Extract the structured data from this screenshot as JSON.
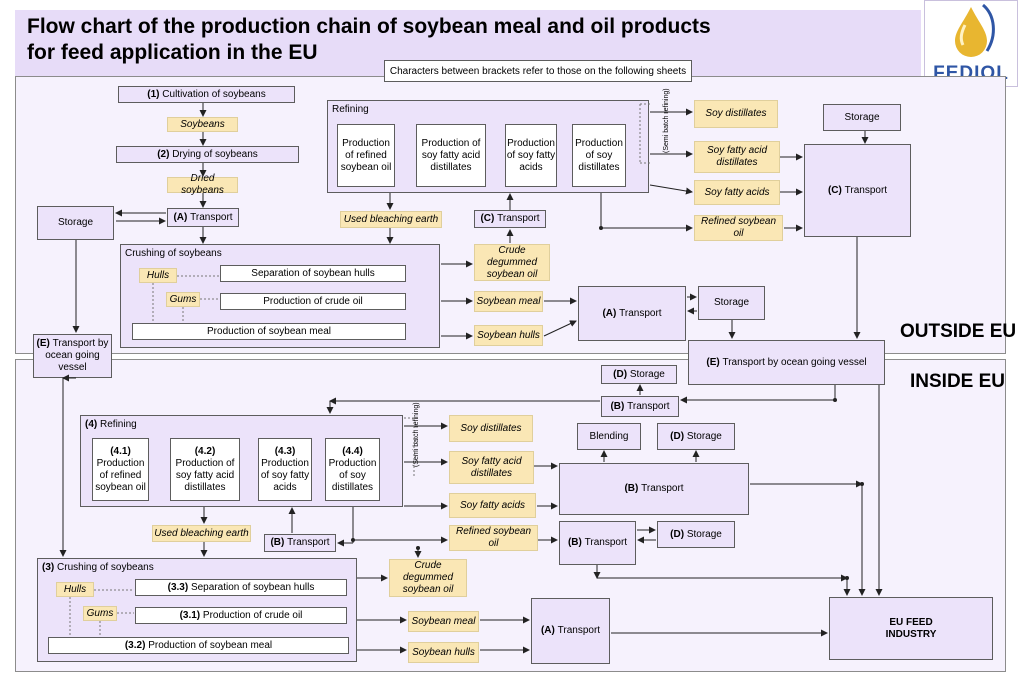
{
  "header": {
    "title_line1": "Flow chart of the production chain of soybean meal and oil products",
    "title_line2": "for feed application in the EU",
    "note": "Characters between brackets refer to those on the following sheets",
    "logo_text": "FEDIOL",
    "logo_icon": "oil-drop-icon"
  },
  "regions": {
    "outside": "OUTSIDE EU",
    "inside": "INSIDE EU"
  },
  "outside": {
    "cultivation": {
      "num": "(1)",
      "label": "Cultivation of soybeans"
    },
    "soybeans": "Soybeans",
    "drying": {
      "num": "(2)",
      "label": "Drying of soybeans"
    },
    "dried_soybeans": "Dried soybeans",
    "transport_a1": {
      "num": "(A)",
      "label": "Transport"
    },
    "storage_left": "Storage",
    "crushing": "Crushing of soybeans",
    "hulls": "Hulls",
    "gums": "Gums",
    "separation": "Separation of soybean hulls",
    "crude_oil_prod": "Production of crude oil",
    "meal_prod": "Production of soybean meal",
    "transport_e1": {
      "num": "(E)",
      "label": "Transport by ocean going vessel"
    },
    "refining": "Refining",
    "refined_prod": "Production of refined soybean oil",
    "fatty_acid_distillates_prod": "Production of soy fatty acid distillates",
    "fatty_acids_prod": "Production of soy fatty acids",
    "distillates_prod": "Production of soy distillates",
    "semi_batch": "(Semi batch refining)",
    "used_bleaching_earth": "Used bleaching earth",
    "transport_c1": {
      "num": "(C)",
      "label": "Transport"
    },
    "crude_degummed": "Crude degummed soybean oil",
    "soybean_meal": "Soybean meal",
    "soybean_hulls": "Soybean hulls",
    "transport_a2": {
      "num": "(A)",
      "label": "Transport"
    },
    "storage_mid": "Storage",
    "soy_distillates": "Soy distillates",
    "soy_fatty_acid_distillates": "Soy fatty acid distillates",
    "soy_fatty_acids": "Soy fatty acids",
    "refined_soybean_oil": "Refined soybean oil",
    "storage_right": "Storage",
    "transport_c2": {
      "num": "(C)",
      "label": "Transport"
    },
    "transport_e2": {
      "num": "(E)",
      "label": "Transport by ocean going vessel"
    }
  },
  "inside": {
    "storage_d1": {
      "num": "(D)",
      "label": "Storage"
    },
    "transport_b1": {
      "num": "(B)",
      "label": "Transport"
    },
    "refining": {
      "num": "(4)",
      "label": "Refining"
    },
    "p41": {
      "num": "(4.1)",
      "label": "Production of refined soybean oil"
    },
    "p42": {
      "num": "(4.2)",
      "label": "Production of soy fatty acid distillates"
    },
    "p43": {
      "num": "(4.3)",
      "label": "Production of soy fatty acids"
    },
    "p44": {
      "num": "(4.4)",
      "label": "Production of soy distillates"
    },
    "semi_batch": "(Semi batch refining)",
    "soy_distillates": "Soy distillates",
    "soy_fatty_acid_distillates": "Soy fatty acid distillates",
    "soy_fatty_acids": "Soy fatty acids",
    "refined_soybean_oil": "Refined soybean oil",
    "blending": "Blending",
    "storage_d2": {
      "num": "(D)",
      "label": "Storage"
    },
    "transport_b2": {
      "num": "(B)",
      "label": "Transport"
    },
    "transport_b3": {
      "num": "(B)",
      "label": "Transport"
    },
    "storage_d3": {
      "num": "(D)",
      "label": "Storage"
    },
    "used_bleaching_earth": "Used bleaching earth",
    "transport_b4": {
      "num": "(B)",
      "label": "Transport"
    },
    "crushing": {
      "num": "(3)",
      "label": "Crushing of soybeans"
    },
    "hulls": "Hulls",
    "gums": "Gums",
    "p33": {
      "num": "(3.3)",
      "label": "Separation of soybean hulls"
    },
    "p31": {
      "num": "(3.1)",
      "label": "Production of crude oil"
    },
    "p32": {
      "num": "(3.2)",
      "label": "Production of soybean meal"
    },
    "crude_degummed": "Crude degummed soybean oil",
    "soybean_meal": "Soybean meal",
    "soybean_hulls": "Soybean hulls",
    "transport_a": {
      "num": "(A)",
      "label": "Transport"
    },
    "eu_feed": "EU FEED INDUSTRY"
  },
  "colors": {
    "process": "#ece3fa",
    "product": "#fae7b5",
    "title_band": "#e7dcf8",
    "logo": "#2f56a5"
  }
}
